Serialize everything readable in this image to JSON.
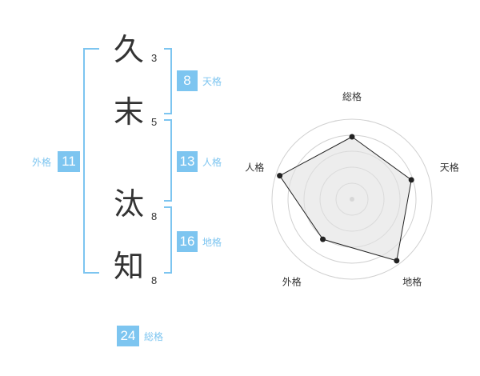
{
  "name": {
    "chars": [
      {
        "char": "久",
        "strokes": "3"
      },
      {
        "char": "末",
        "strokes": "5"
      },
      {
        "char": "汰",
        "strokes": "8"
      },
      {
        "char": "知",
        "strokes": "8"
      }
    ]
  },
  "kaku": {
    "tenkaku": {
      "value": "8",
      "label": "天格"
    },
    "jinkaku": {
      "value": "13",
      "label": "人格"
    },
    "chikaku": {
      "value": "16",
      "label": "地格"
    },
    "gaikaku": {
      "value": "11",
      "label": "外格"
    },
    "soukaku": {
      "value": "24",
      "label": "総格"
    }
  },
  "colors": {
    "accent": "#7dc5f0",
    "text": "#333333",
    "radar_fill": "#eeeeee",
    "radar_line": "#222222"
  },
  "chart_data": {
    "type": "radar",
    "axes": [
      "総格",
      "天格",
      "地格",
      "外格",
      "人格"
    ],
    "values": [
      0.78,
      0.78,
      0.95,
      0.62,
      0.95
    ],
    "max": 1,
    "rings": 5
  }
}
